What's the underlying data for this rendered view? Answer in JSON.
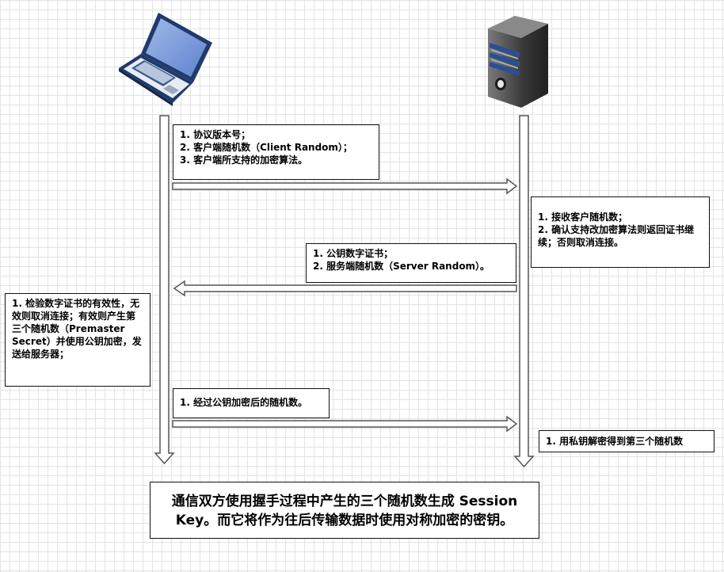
{
  "actors": {
    "client_icon": "laptop-icon",
    "server_icon": "server-icon"
  },
  "notes": {
    "client_hello": [
      "1. 协议版本号；",
      "2. 客户端随机数（Client Random）；",
      "3. 客户端所支持的加密算法。"
    ],
    "server_receive": [
      "1. 接收客户随机数；",
      "2. 确认支持改加密算法则返回证书继续；否则取消连接。"
    ],
    "server_hello": [
      "1. 公钥数字证书；",
      "2. 服务端随机数（Server Random）。"
    ],
    "client_verify": [
      "1. 检验数字证书的有效性，无效则取消连接；有效则产生第三个随机数（Premaster Secret）并使用公钥加密，发送给服务器；"
    ],
    "client_send": [
      "1. 经过公钥加密后的随机数。"
    ],
    "server_decrypt": [
      "1. 用私钥解密得到第三个随机数"
    ]
  },
  "summary": "通信双方使用握手过程中产生的三个随机数生成 Session Key。而它将作为往后传输数据时使用对称加密的密钥。",
  "colors": {
    "line": "#555555",
    "laptop_frame": "#1f3a6b",
    "laptop_screen": "#6f93d6",
    "server_body": "#4a4a4a",
    "server_stripe": "#2a4f9a"
  }
}
